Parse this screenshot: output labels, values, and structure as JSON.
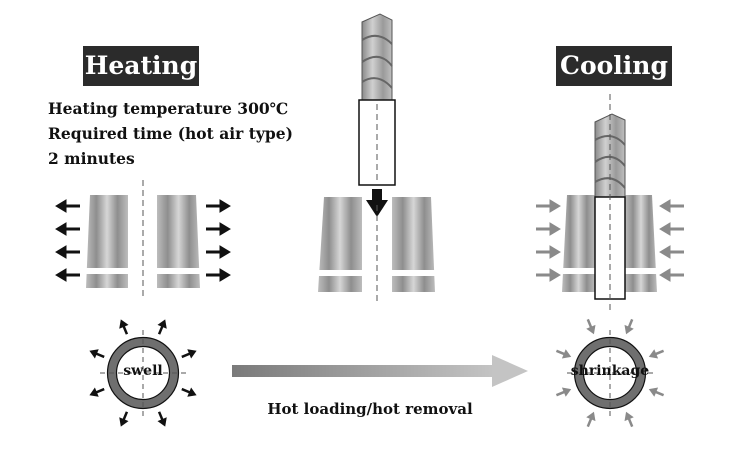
{
  "heating": {
    "title": "Heating",
    "temperature_line": "Heating temperature 300℃",
    "time_line": "Required time (hot air type)",
    "duration_line": "2 minutes",
    "ring_label": "swell"
  },
  "cooling": {
    "title": "Cooling",
    "ring_label": "shrinkage"
  },
  "process": {
    "caption": "Hot loading/hot removal"
  },
  "colors": {
    "label_bg": "#2b2b2b",
    "heating_arrow": "#111111",
    "cooling_arrow": "#8a8a8a",
    "holder": "#9a9a9a",
    "ring": "#6f6f6f",
    "process_arrow": "#a9a9a9"
  }
}
